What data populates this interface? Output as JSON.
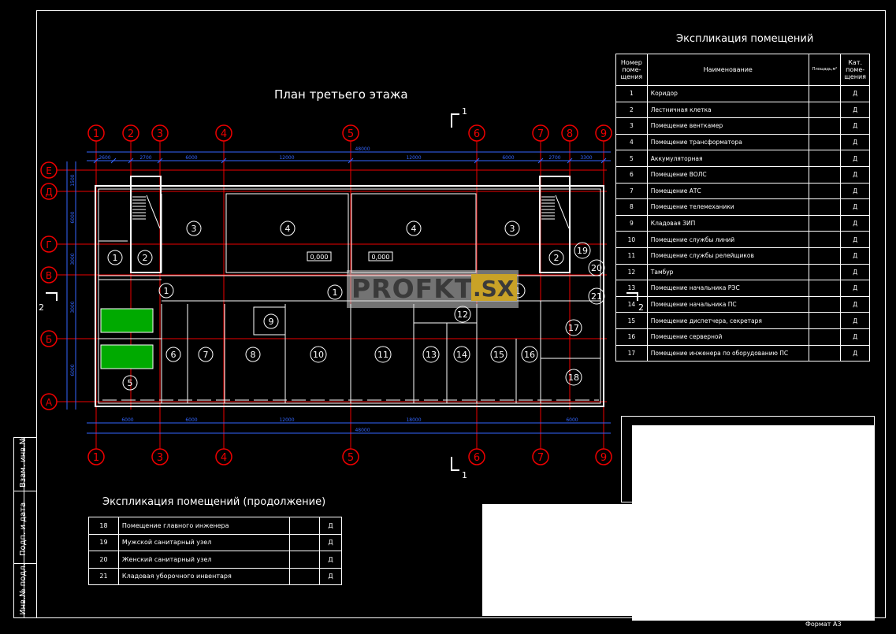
{
  "plan": {
    "title": "План третьего этажа",
    "axes_numeric": [
      "1",
      "2",
      "3",
      "4",
      "5",
      "6",
      "7",
      "8",
      "9"
    ],
    "axes_numeric_bottom": [
      "1",
      "3",
      "4",
      "5",
      "6",
      "7",
      "9"
    ],
    "axes_letters": [
      "Е",
      "Д",
      "Г",
      "В",
      "Б",
      "А"
    ],
    "dims_top": [
      "2600",
      "2700",
      "6000",
      "12000",
      "12000",
      "6000",
      "2700",
      "3300"
    ],
    "dim_total": "48000",
    "dims_bottom": [
      "6000",
      "6000",
      "12000",
      "18000",
      "6000"
    ],
    "dims_left": [
      "1500",
      "6000",
      "3000",
      "3000",
      "6000"
    ],
    "section_mark": "1",
    "section_mark_side": "2",
    "level_marks": [
      "0,000",
      "0,000"
    ],
    "rooms": [
      "1",
      "1",
      "1",
      "1",
      "2",
      "2",
      "3",
      "3",
      "4",
      "4",
      "5",
      "6",
      "7",
      "8",
      "9",
      "10",
      "11",
      "12",
      "13",
      "14",
      "15",
      "16",
      "17",
      "18",
      "19",
      "20",
      "21"
    ]
  },
  "explication": {
    "title": "Экспликация помещений",
    "headers": {
      "num": "Номер поме-щения",
      "name": "Наименование",
      "area": "Площадь,м²",
      "cat": "Кат. поме-щения"
    },
    "rows": [
      {
        "num": "1",
        "name": "Коридор",
        "cat": "Д"
      },
      {
        "num": "2",
        "name": "Лестничная клетка",
        "cat": "Д"
      },
      {
        "num": "3",
        "name": "Помещение венткамер",
        "cat": "Д"
      },
      {
        "num": "4",
        "name": "Помещение трансформатора",
        "cat": "Д"
      },
      {
        "num": "5",
        "name": "Аккумуляторная",
        "cat": "Д"
      },
      {
        "num": "6",
        "name": "Помещение ВОЛС",
        "cat": "Д"
      },
      {
        "num": "7",
        "name": "Помещение АТС",
        "cat": "Д"
      },
      {
        "num": "8",
        "name": "Помещение телемеханики",
        "cat": "Д"
      },
      {
        "num": "9",
        "name": "Кладовая ЗИП",
        "cat": "Д"
      },
      {
        "num": "10",
        "name": "Помещение службы линий",
        "cat": "Д"
      },
      {
        "num": "11",
        "name": "Помещение службы релейщиков",
        "cat": "Д"
      },
      {
        "num": "12",
        "name": "Тамбур",
        "cat": "Д"
      },
      {
        "num": "13",
        "name": "Помещение начальника РЭС",
        "cat": "Д"
      },
      {
        "num": "14",
        "name": "Помещение начальника ПС",
        "cat": "Д"
      },
      {
        "num": "15",
        "name": "Помещение диспетчера, секретаря",
        "cat": "Д"
      },
      {
        "num": "16",
        "name": "Помещение серверной",
        "cat": "Д"
      },
      {
        "num": "17",
        "name": "Помещение инженера по оборудованию ПС",
        "cat": "Д"
      }
    ]
  },
  "explication2": {
    "title": "Экспликация помещений (продолжение)",
    "rows": [
      {
        "num": "18",
        "name": "Помещение главного инженера",
        "cat": "Д"
      },
      {
        "num": "19",
        "name": "Мужской санитарный узел",
        "cat": "Д"
      },
      {
        "num": "20",
        "name": "Женский санитарный узел",
        "cat": "Д"
      },
      {
        "num": "21",
        "name": "Кладовая уборочного инвентаря",
        "cat": "Д"
      }
    ]
  },
  "sidebar": {
    "cell1": "Взам. инв.№",
    "cell2": "Подп. и дата",
    "cell3": "Инв.№ подл."
  },
  "format_label": "Формат А3",
  "watermark": {
    "text": "PROFKT",
    "suffix": ".SX"
  }
}
